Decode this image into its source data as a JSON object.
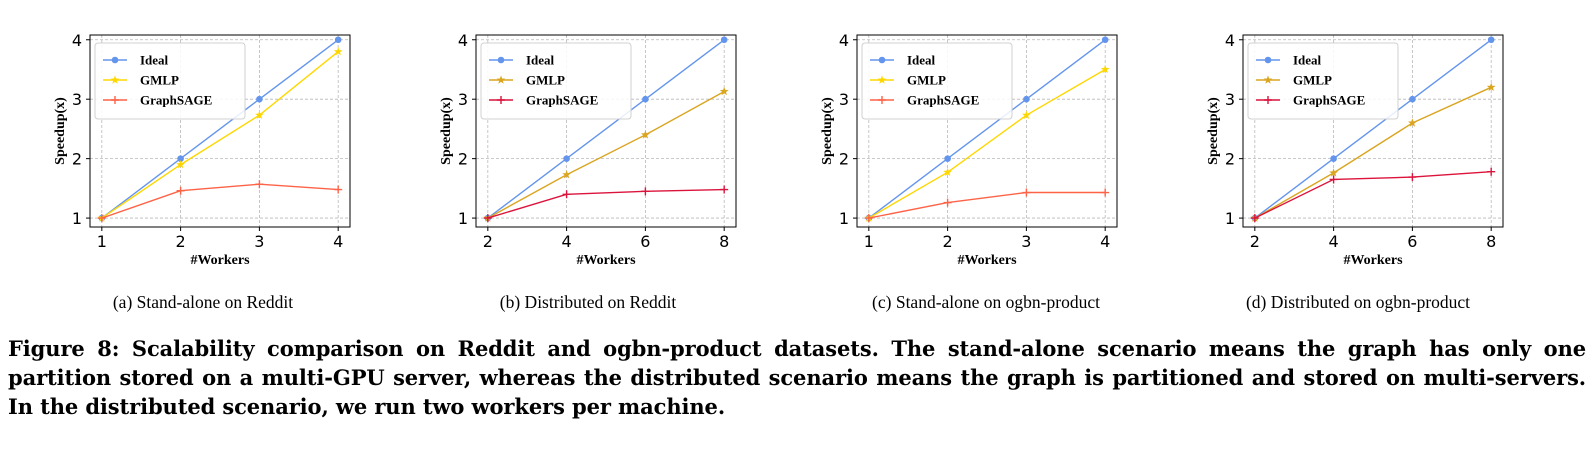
{
  "figure_caption": "Figure 8: Scalability comparison on Reddit and ogbn-product datasets. The stand-alone scenario means the graph has only one partition stored on a multi-GPU server, whereas the distributed scenario means the graph is partitioned and stored on multi-servers. In the distributed scenario, we run two workers per machine.",
  "subcaptions": [
    "(a) Stand-alone on Reddit",
    "(b) Distributed on Reddit",
    "(c) Stand-alone on ogbn-product",
    "(d) Distributed on ogbn-product"
  ],
  "chart_data": [
    {
      "type": "line",
      "xlabel": "#Workers",
      "ylabel": "Speedup(x)",
      "x": [
        1,
        2,
        3,
        4
      ],
      "xlim": [
        0.85,
        4.15
      ],
      "ylim": [
        0.85,
        4.08
      ],
      "xticks": [
        1,
        2,
        3,
        4
      ],
      "yticks": [
        1,
        2,
        3,
        4
      ],
      "grid": true,
      "legend": "upper-left",
      "series": [
        {
          "name": "Ideal",
          "values": [
            1,
            2,
            3,
            4
          ],
          "color": "#6495ED",
          "marker": "circle"
        },
        {
          "name": "GMLP",
          "values": [
            1,
            1.9,
            2.73,
            3.8
          ],
          "color": "#FFD700",
          "marker": "star"
        },
        {
          "name": "GraphSAGE",
          "values": [
            1,
            1.46,
            1.57,
            1.48
          ],
          "color": "#FF6347",
          "marker": "plus"
        }
      ]
    },
    {
      "type": "line",
      "xlabel": "#Workers",
      "ylabel": "Speedup(x)",
      "x": [
        2,
        4,
        6,
        8
      ],
      "xlim": [
        1.7,
        8.3
      ],
      "ylim": [
        0.85,
        4.08
      ],
      "xticks": [
        2,
        4,
        6,
        8
      ],
      "yticks": [
        1,
        2,
        3,
        4
      ],
      "grid": true,
      "legend": "upper-left",
      "series": [
        {
          "name": "Ideal",
          "values": [
            1,
            2,
            3,
            4
          ],
          "color": "#6495ED",
          "marker": "circle"
        },
        {
          "name": "GMLP",
          "values": [
            1,
            1.73,
            2.4,
            3.13
          ],
          "color": "#DAA520",
          "marker": "star"
        },
        {
          "name": "GraphSAGE",
          "values": [
            1,
            1.4,
            1.45,
            1.48
          ],
          "color": "#DC143C",
          "marker": "plus"
        }
      ]
    },
    {
      "type": "line",
      "xlabel": "#Workers",
      "ylabel": "Speedup(x)",
      "x": [
        1,
        2,
        3,
        4
      ],
      "xlim": [
        0.85,
        4.15
      ],
      "ylim": [
        0.85,
        4.08
      ],
      "xticks": [
        1,
        2,
        3,
        4
      ],
      "yticks": [
        1,
        2,
        3,
        4
      ],
      "grid": true,
      "legend": "upper-left",
      "series": [
        {
          "name": "Ideal",
          "values": [
            1,
            2,
            3,
            4
          ],
          "color": "#6495ED",
          "marker": "circle"
        },
        {
          "name": "GMLP",
          "values": [
            1,
            1.77,
            2.73,
            3.5
          ],
          "color": "#FFD700",
          "marker": "star"
        },
        {
          "name": "GraphSAGE",
          "values": [
            1,
            1.26,
            1.43,
            1.43
          ],
          "color": "#FF6347",
          "marker": "plus"
        }
      ]
    },
    {
      "type": "line",
      "xlabel": "#Workers",
      "ylabel": "Speedup(x)",
      "x": [
        2,
        4,
        6,
        8
      ],
      "xlim": [
        1.7,
        8.3
      ],
      "ylim": [
        0.85,
        4.08
      ],
      "xticks": [
        2,
        4,
        6,
        8
      ],
      "yticks": [
        1,
        2,
        3,
        4
      ],
      "grid": true,
      "legend": "upper-left",
      "series": [
        {
          "name": "Ideal",
          "values": [
            1,
            2,
            3,
            4
          ],
          "color": "#6495ED",
          "marker": "circle"
        },
        {
          "name": "GMLP",
          "values": [
            1,
            1.76,
            2.6,
            3.2
          ],
          "color": "#DAA520",
          "marker": "star"
        },
        {
          "name": "GraphSAGE",
          "values": [
            1,
            1.65,
            1.69,
            1.78
          ],
          "color": "#DC143C",
          "marker": "plus"
        }
      ]
    }
  ]
}
